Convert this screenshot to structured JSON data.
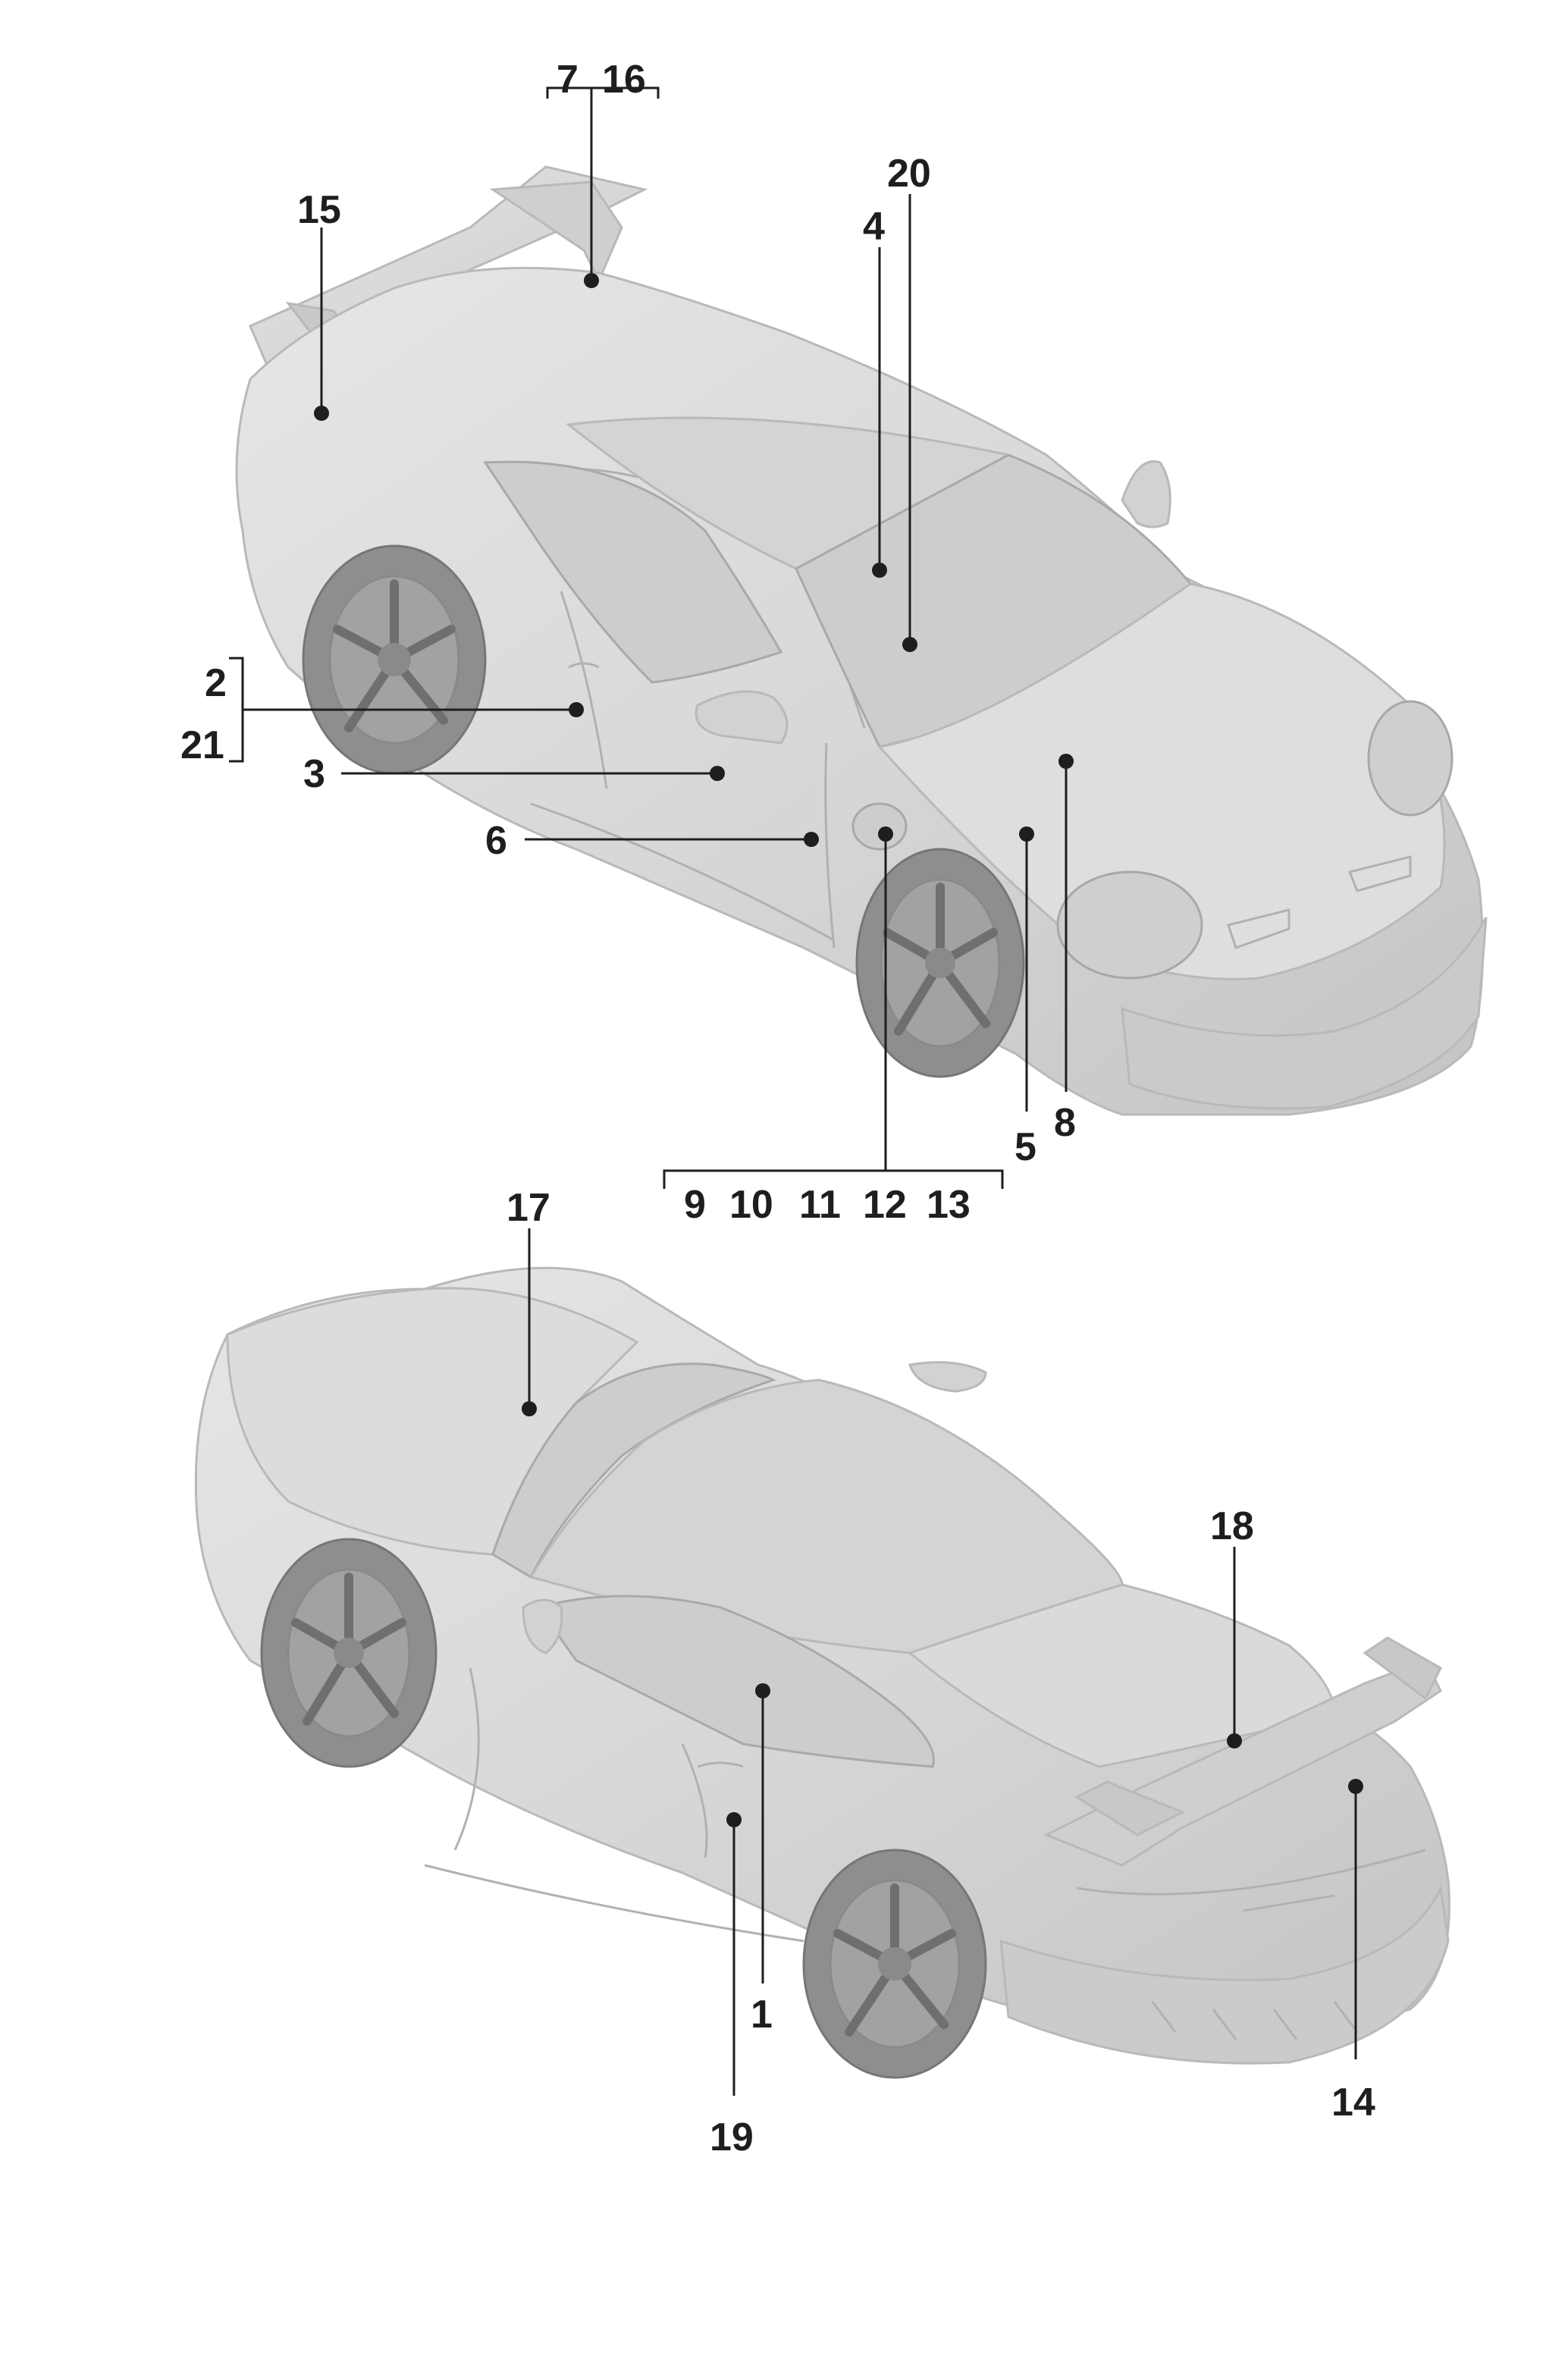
{
  "diagram": {
    "labels": {
      "c1": "1",
      "c2": "2",
      "c3": "3",
      "c4": "4",
      "c5": "5",
      "c6": "6",
      "c7": "7",
      "c8": "8",
      "c9": "9",
      "c10": "10",
      "c11": "11",
      "c12": "12",
      "c13": "13",
      "c14": "14",
      "c15": "15",
      "c16": "16",
      "c17": "17",
      "c18": "18",
      "c19": "19",
      "c20": "20",
      "c21": "21"
    },
    "colors": {
      "car_body": "#d9d9d9",
      "glass": "#cdcdcd",
      "tyre": "#8e8e8e",
      "callout": "#1e1e1e",
      "background": "#ffffff"
    }
  }
}
